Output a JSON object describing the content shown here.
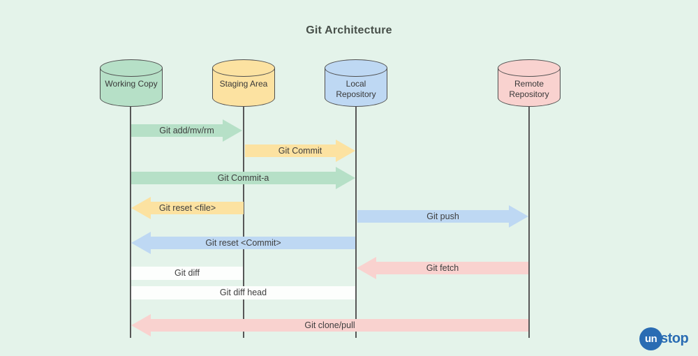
{
  "title": "Git Architecture",
  "colors": {
    "background": "#e4f3ea",
    "green": "#b6e0c7",
    "yellow": "#fce2a1",
    "blue": "#bed8f3",
    "pink": "#f9d2cf",
    "white": "#fdfefd",
    "lifeline": "#575757",
    "logo_blue": "#2a6cb3"
  },
  "nodes": [
    {
      "id": "working-copy",
      "label": "Working Copy",
      "color": "green"
    },
    {
      "id": "staging-area",
      "label": "Staging Area",
      "color": "yellow"
    },
    {
      "id": "local-repository",
      "label": "Local Repository",
      "color": "blue"
    },
    {
      "id": "remote-repository",
      "label": "Remote Repository",
      "color": "pink"
    }
  ],
  "arrows": [
    {
      "label": "Git add/mv/rm",
      "color": "green",
      "direction": "right",
      "from": "working-copy",
      "to": "staging-area"
    },
    {
      "label": "Git Commit",
      "color": "yellow",
      "direction": "right",
      "from": "staging-area",
      "to": "local-repository"
    },
    {
      "label": "Git Commit-a",
      "color": "green",
      "direction": "right",
      "from": "working-copy",
      "to": "local-repository"
    },
    {
      "label": "Git reset <file>",
      "color": "yellow",
      "direction": "left",
      "from": "staging-area",
      "to": "working-copy"
    },
    {
      "label": "Git push",
      "color": "blue",
      "direction": "right",
      "from": "local-repository",
      "to": "remote-repository"
    },
    {
      "label": "Git reset <Commit>",
      "color": "blue",
      "direction": "left",
      "from": "local-repository",
      "to": "working-copy"
    },
    {
      "label": "Git fetch",
      "color": "pink",
      "direction": "left",
      "from": "remote-repository",
      "to": "local-repository"
    },
    {
      "label": "Git clone/pull",
      "color": "pink",
      "direction": "left",
      "from": "remote-repository",
      "to": "working-copy"
    }
  ],
  "bars": [
    {
      "label": "Git diff",
      "from": "working-copy",
      "to": "staging-area"
    },
    {
      "label": "Git diff head",
      "from": "working-copy",
      "to": "local-repository"
    }
  ],
  "logo": {
    "badge": "un",
    "name": "stop"
  }
}
